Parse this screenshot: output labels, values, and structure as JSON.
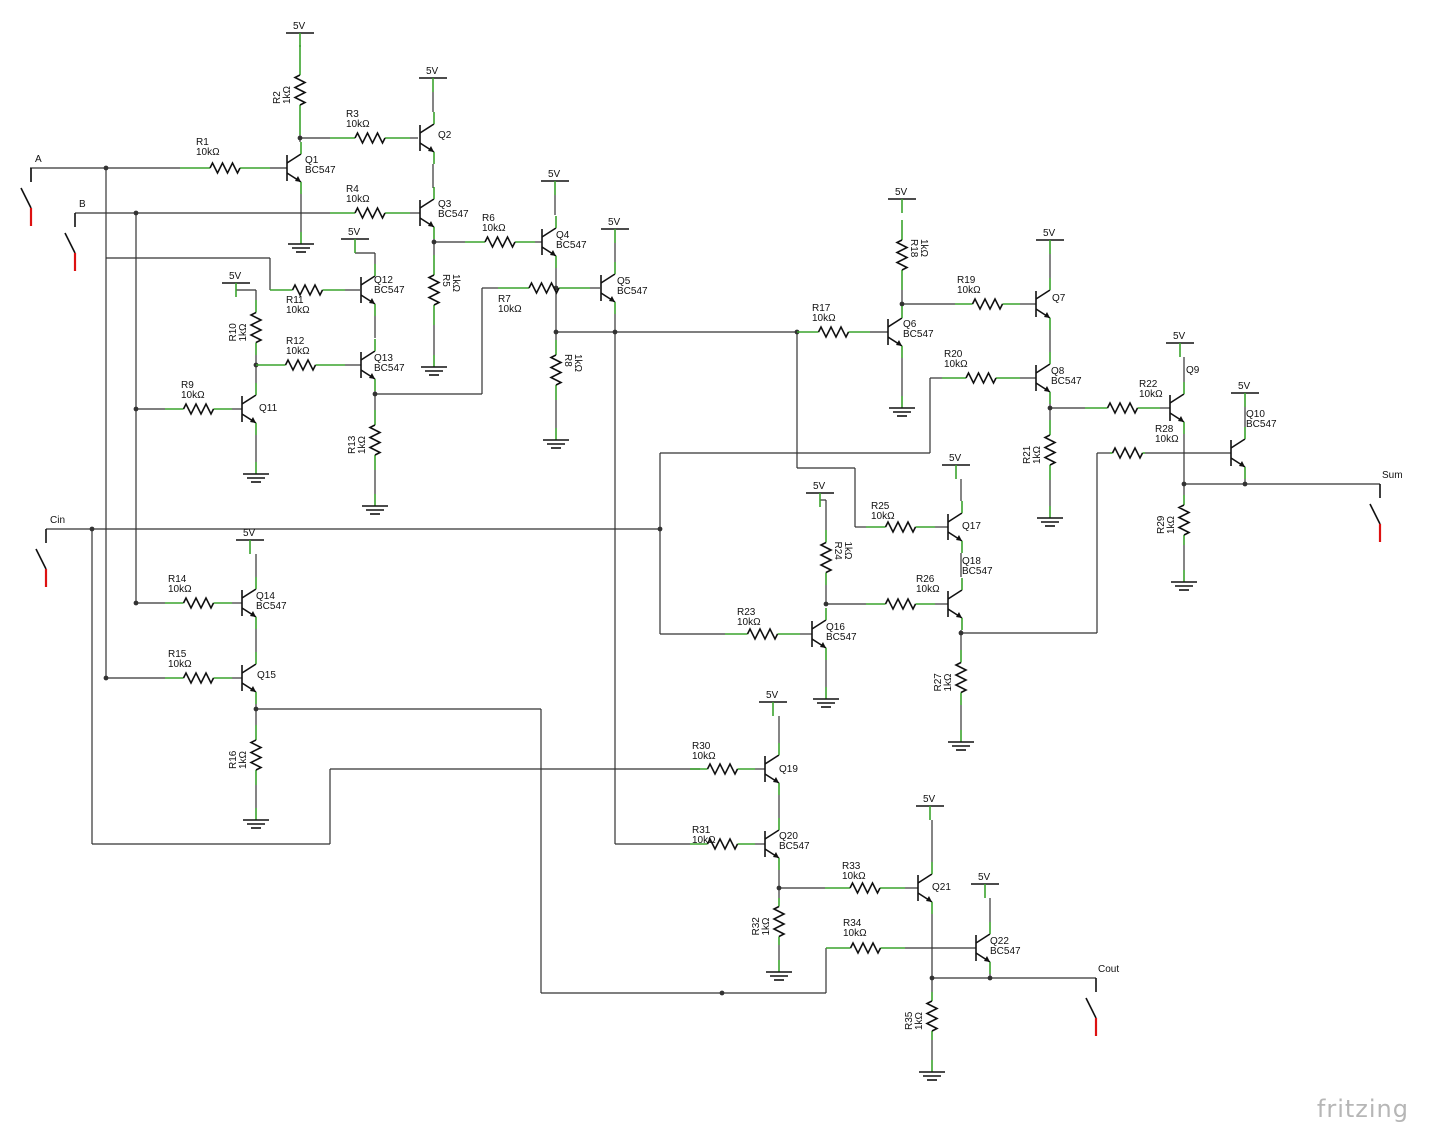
{
  "supply_label": "5V",
  "inputs": [
    {
      "label": "A"
    },
    {
      "label": "B"
    },
    {
      "label": "Cin"
    }
  ],
  "outputs": [
    {
      "label": "Sum"
    },
    {
      "label": "Cout"
    }
  ],
  "resistors": [
    {
      "name": "R1",
      "value": "10kΩ"
    },
    {
      "name": "R2",
      "value": "1kΩ"
    },
    {
      "name": "R3",
      "value": "10kΩ"
    },
    {
      "name": "R4",
      "value": "10kΩ"
    },
    {
      "name": "R5",
      "value": "1kΩ"
    },
    {
      "name": "R6",
      "value": "10kΩ"
    },
    {
      "name": "R7",
      "value": "10kΩ"
    },
    {
      "name": "R8",
      "value": "1kΩ"
    },
    {
      "name": "R9",
      "value": "10kΩ"
    },
    {
      "name": "R10",
      "value": "1kΩ"
    },
    {
      "name": "R11",
      "value": "10kΩ"
    },
    {
      "name": "R12",
      "value": "10kΩ"
    },
    {
      "name": "R13",
      "value": "1kΩ"
    },
    {
      "name": "R14",
      "value": "10kΩ"
    },
    {
      "name": "R15",
      "value": "10kΩ"
    },
    {
      "name": "R16",
      "value": "1kΩ"
    },
    {
      "name": "R17",
      "value": "10kΩ"
    },
    {
      "name": "R18",
      "value": "1kΩ"
    },
    {
      "name": "R19",
      "value": "10kΩ"
    },
    {
      "name": "R20",
      "value": "10kΩ"
    },
    {
      "name": "R21",
      "value": "1kΩ"
    },
    {
      "name": "R22",
      "value": "10kΩ"
    },
    {
      "name": "R23",
      "value": "10kΩ"
    },
    {
      "name": "R24",
      "value": "1kΩ"
    },
    {
      "name": "R25",
      "value": "10kΩ"
    },
    {
      "name": "R26",
      "value": "10kΩ"
    },
    {
      "name": "R27",
      "value": "1kΩ"
    },
    {
      "name": "R28",
      "value": "10kΩ"
    },
    {
      "name": "R29",
      "value": "1kΩ"
    },
    {
      "name": "R30",
      "value": "10kΩ"
    },
    {
      "name": "R31",
      "value": "10kΩ"
    },
    {
      "name": "R32",
      "value": "1kΩ"
    },
    {
      "name": "R33",
      "value": "10kΩ"
    },
    {
      "name": "R34",
      "value": "10kΩ"
    },
    {
      "name": "R35",
      "value": "1kΩ"
    }
  ],
  "transistors": [
    {
      "name": "Q1",
      "part": "BC547"
    },
    {
      "name": "Q2",
      "part": ""
    },
    {
      "name": "Q3",
      "part": "BC547"
    },
    {
      "name": "Q4",
      "part": "BC547"
    },
    {
      "name": "Q5",
      "part": "BC547"
    },
    {
      "name": "Q6",
      "part": "BC547"
    },
    {
      "name": "Q7",
      "part": ""
    },
    {
      "name": "Q8",
      "part": "BC547"
    },
    {
      "name": "Q9",
      "part": ""
    },
    {
      "name": "Q10",
      "part": "BC547"
    },
    {
      "name": "Q11",
      "part": ""
    },
    {
      "name": "Q12",
      "part": "BC547"
    },
    {
      "name": "Q13",
      "part": "BC547"
    },
    {
      "name": "Q14",
      "part": "BC547"
    },
    {
      "name": "Q15",
      "part": ""
    },
    {
      "name": "Q16",
      "part": "BC547"
    },
    {
      "name": "Q17",
      "part": ""
    },
    {
      "name": "Q18",
      "part": "BC547"
    },
    {
      "name": "Q19",
      "part": ""
    },
    {
      "name": "Q20",
      "part": "BC547"
    },
    {
      "name": "Q21",
      "part": ""
    },
    {
      "name": "Q22",
      "part": "BC547"
    }
  ],
  "watermark": "fritzing"
}
